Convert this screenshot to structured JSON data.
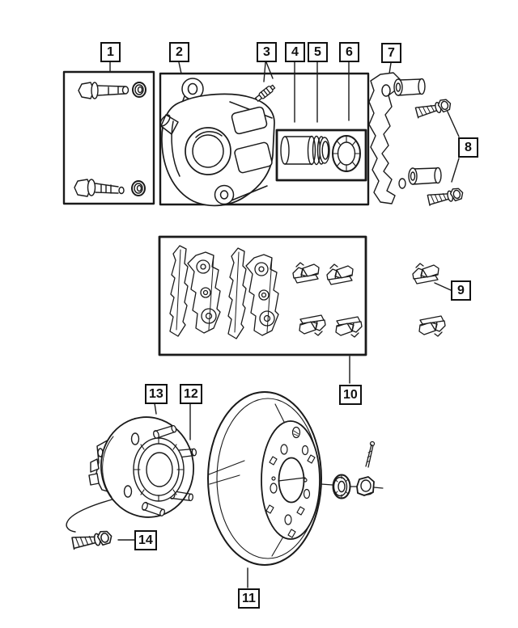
{
  "diagram_type": "exploded-parts-diagram",
  "subject": "rear-disc-brake-assembly",
  "colors": {
    "line": "#1a1a1a",
    "background": "#ffffff",
    "callout_border": "#111111"
  },
  "callouts": [
    {
      "label": "1",
      "part": "caliper-guide-pin-kit"
    },
    {
      "label": "2",
      "part": "disc-brake-caliper"
    },
    {
      "label": "3",
      "part": "bleeder-screw"
    },
    {
      "label": "4",
      "part": "caliper-piston"
    },
    {
      "label": "5",
      "part": "piston-boot"
    },
    {
      "label": "6",
      "part": "piston-seal"
    },
    {
      "label": "7",
      "part": "caliper-adapter-bracket"
    },
    {
      "label": "8",
      "part": "adapter-mounting-bolts"
    },
    {
      "label": "9",
      "part": "pad-retainer-clips"
    },
    {
      "label": "10",
      "part": "brake-pad-kit"
    },
    {
      "label": "11",
      "part": "brake-rotor"
    },
    {
      "label": "12",
      "part": "wheel-studs"
    },
    {
      "label": "13",
      "part": "hub-and-bearing-assembly"
    },
    {
      "label": "14",
      "part": "hub-mounting-bolt"
    }
  ]
}
